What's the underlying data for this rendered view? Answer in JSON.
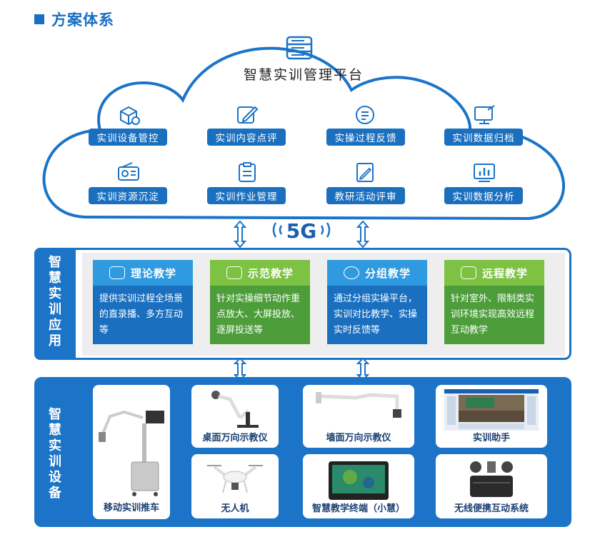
{
  "heading": "方案体系",
  "cloud": {
    "title": "智慧实训管理平台",
    "items": [
      {
        "label": "实训设备管控",
        "icon": "cube-gear-icon"
      },
      {
        "label": "实训内容点评",
        "icon": "edit-pen-icon"
      },
      {
        "label": "实操过程反馈",
        "icon": "feedback-list-icon"
      },
      {
        "label": "实训数据归档",
        "icon": "monitor-archive-icon"
      },
      {
        "label": "实训资源沉淀",
        "icon": "radio-resource-icon"
      },
      {
        "label": "实训作业管理",
        "icon": "clipboard-icon"
      },
      {
        "label": "教研活动评审",
        "icon": "document-edit-icon"
      },
      {
        "label": "实训数据分析",
        "icon": "bar-chart-icon"
      }
    ]
  },
  "network": {
    "label": "5G"
  },
  "apps": {
    "side_label": [
      "智",
      "慧",
      "实",
      "训",
      "应",
      "用"
    ],
    "cards": [
      {
        "title": "理论教学",
        "desc": "提供实训过程全场景的直录播、多方互动等",
        "color": "blue",
        "icon": "board-icon"
      },
      {
        "title": "示范教学",
        "desc": "针对实操细节动作重点放大、大屏投放、逐屏投送等",
        "color": "green",
        "icon": "demo-icon"
      },
      {
        "title": "分组教学",
        "desc": "通过分组实操平台，实训对比教学、实操实时反馈等",
        "color": "blue",
        "icon": "group-icon"
      },
      {
        "title": "远程教学",
        "desc": "针对室外、限制类实训环境实现高效远程互动教学",
        "color": "green",
        "icon": "remote-icon"
      }
    ]
  },
  "devices": {
    "side_label": [
      "智",
      "慧",
      "实",
      "训",
      "设",
      "备"
    ],
    "items": [
      {
        "label": "移动实训推车",
        "icon": "mobile-cart-image"
      },
      {
        "label": "桌面万向示教仪",
        "icon": "desk-arm-image"
      },
      {
        "label": "墙面万向示教仪",
        "icon": "wall-arm-image"
      },
      {
        "label": "实训助手",
        "icon": "screen-app-image"
      },
      {
        "label": "无人机",
        "icon": "drone-image"
      },
      {
        "label": "智慧教学终端（小慧）",
        "icon": "tablet-terminal-image"
      },
      {
        "label": "无线便携互动系统",
        "icon": "portable-case-image"
      }
    ]
  },
  "colors": {
    "primary": "#1b74c7",
    "pill": "#1b6fbf",
    "green_head": "#7dc242",
    "green_body": "#4d9e3a",
    "blue_head": "#2f9ae0",
    "blue_body": "#1a6fbf",
    "panel_bg": "#eeeeee"
  }
}
